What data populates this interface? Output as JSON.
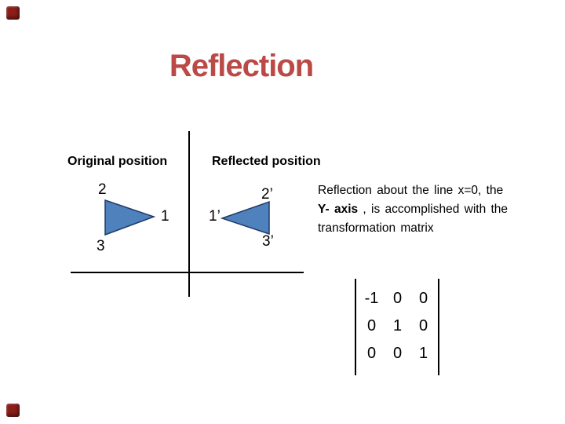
{
  "slide": {
    "title": "Reflection",
    "title_color": "#BB4A47",
    "background": "#FFFFFF",
    "decor_color": "#8B1E18"
  },
  "labels": {
    "original": "Original position",
    "reflected": "Reflected position"
  },
  "original_triangle": {
    "vertex_top": "2",
    "vertex_right": "1",
    "vertex_bottom": "3"
  },
  "reflected_triangle": {
    "vertex_top": "2’",
    "vertex_left": "1’",
    "vertex_bottom": "3’"
  },
  "triangle_style": {
    "fill": "#4F81BD",
    "stroke": "#1F3B66"
  },
  "description": {
    "line1": "Reflection about the line x=0, the",
    "line2_bold": "Y- axis",
    "line2_rest": " , is accomplished with the",
    "line3": "transformation matrix"
  },
  "matrix": {
    "rows": [
      [
        "-1",
        "0",
        "0"
      ],
      [
        "0",
        "1",
        "0"
      ],
      [
        "0",
        "0",
        "1"
      ]
    ]
  }
}
